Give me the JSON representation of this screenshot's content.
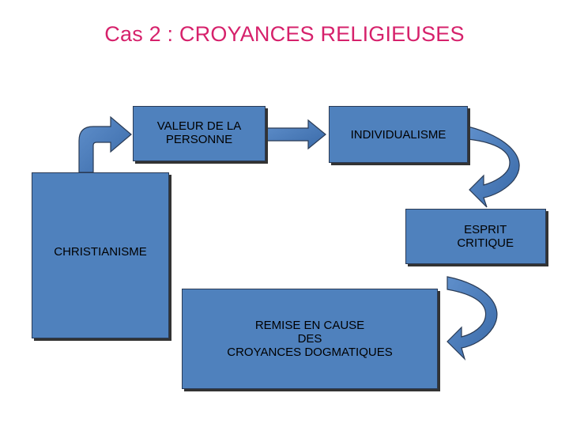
{
  "title": "Cas 2 : CROYANCES RELIGIEUSES",
  "boxes": {
    "valeur": "VALEUR DE LA\nPERSONNE",
    "individualisme": "INDIVIDUALISME",
    "christianisme": "CHRISTIANISME",
    "esprit": "ESPRIT\nCRITIQUE",
    "remise": "REMISE EN CAUSE\nDES\nCROYANCES DOGMATIQUES"
  },
  "colors": {
    "title": "#d6216b",
    "box_fill": "#4f81bd",
    "arrow_fill": "#4f81bd"
  }
}
